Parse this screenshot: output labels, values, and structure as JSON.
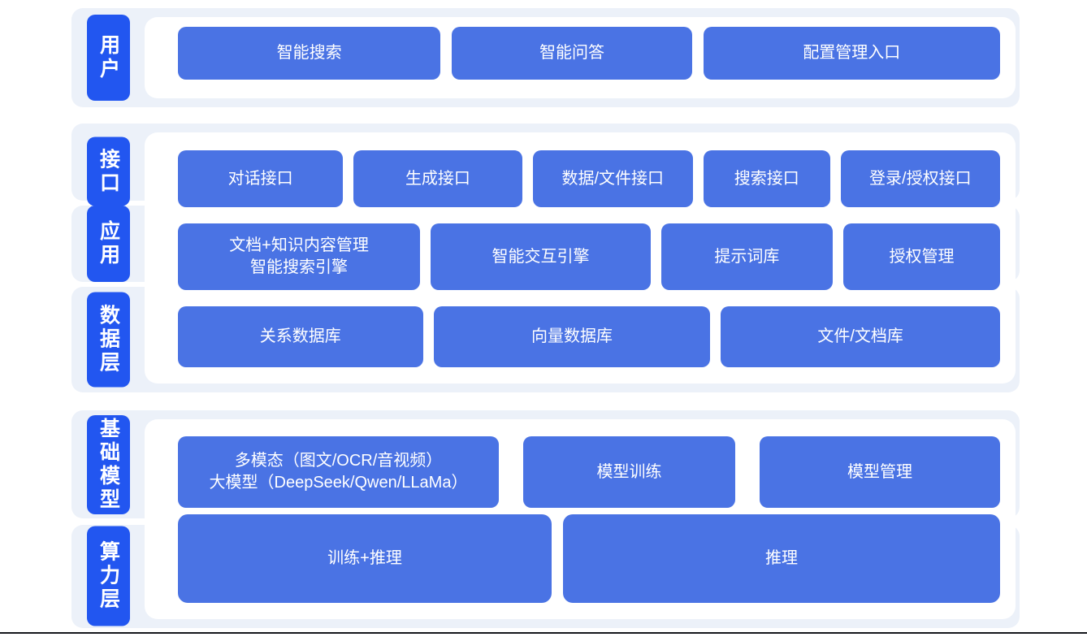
{
  "diagram": {
    "title": "AI platform layered architecture diagram",
    "colors": {
      "layer_label_blue": "#2256f0",
      "box_blue": "#4a73e4",
      "band_background": "#ecf1f9",
      "panel_background": "#ffffff",
      "text_white": "#ffffff",
      "bottom_line": "#15171c"
    },
    "layers": [
      {
        "labels": [
          "用户"
        ],
        "rows": [
          [
            "智能搜索",
            "智能问答",
            "配置管理入口"
          ]
        ]
      },
      {
        "labels": [
          "接口",
          "应用",
          "数据层"
        ],
        "rows": [
          [
            "对话接口",
            "生成接口",
            "数据/文件接口",
            "搜索接口",
            "登录/授权接口"
          ],
          [
            "文档+知识内容管理\n智能搜索引擎",
            "智能交互引擎",
            "提示词库",
            "授权管理"
          ],
          [
            "关系数据库",
            "向量数据库",
            "文件/文档库"
          ]
        ]
      },
      {
        "labels": [
          "基础模型",
          "算力层"
        ],
        "rows": [
          [
            "多模态（图文/OCR/音视频）\n大模型（DeepSeek/Qwen/LLaMa）",
            "模型训练",
            "模型管理"
          ],
          [
            "训练+推理",
            "推理"
          ]
        ]
      }
    ]
  }
}
